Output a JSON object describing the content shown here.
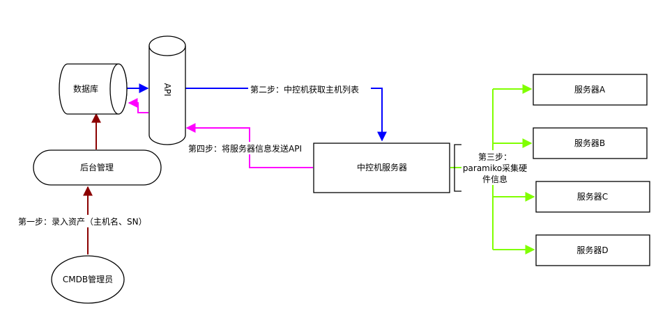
{
  "nodes": {
    "database": "数据库",
    "api": "API",
    "admin": "后台管理",
    "cmdb_admin": "CMDB管理员",
    "control": "中控机服务器",
    "server_a": "服务器A",
    "server_b": "服务器B",
    "server_c": "服务器C",
    "server_d": "服务器D"
  },
  "steps": {
    "step1": "第一步：录入资产（主机名、SN）",
    "step2": "第二步：中控机获取主机列表",
    "step3_line1": "第三步：",
    "step3_line2": "paramiko采集硬",
    "step3_line3": "件信息",
    "step4": "第四步：将服务器信息发送API"
  },
  "colors": {
    "dark_red": "#8b0000",
    "blue": "#0000ff",
    "magenta": "#ff00ff",
    "green": "#80ff00",
    "black": "#000000"
  }
}
